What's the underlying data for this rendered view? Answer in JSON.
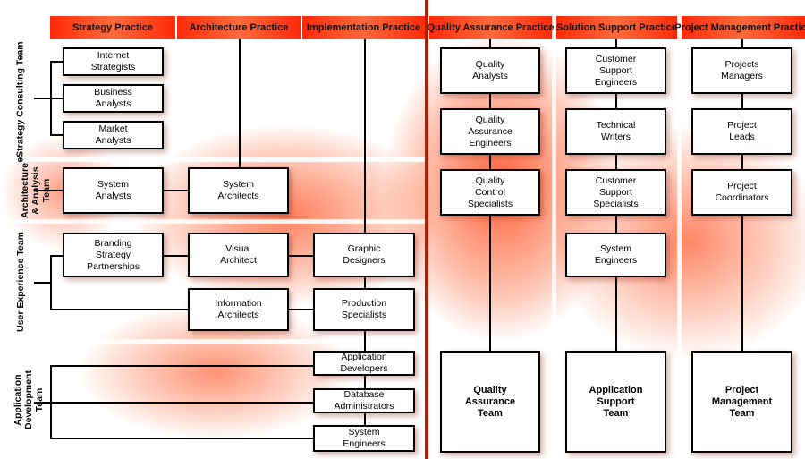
{
  "colors": {
    "header": "#ff3b1a",
    "divider": "#b21e00",
    "box_border": "#000000"
  },
  "practices": [
    "Strategy Practice",
    "Architecture Practice",
    "Implementation Practice",
    "Quality Assurance Practice",
    "Solution Support Practice",
    "Project Management Practice"
  ],
  "teams": {
    "estrategy": "eStrategy Consulting Team",
    "architecture": "Architecture\n& Analysis\nTeam",
    "ux": "User Experience Team",
    "appdev": "Application\nDevelopment Team"
  },
  "roles": {
    "internet_strategists": "Internet\nStrategists",
    "business_analysts": "Business\nAnalysts",
    "market_analysts": "Market\nAnalysts",
    "system_analysts": "System\nAnalysts",
    "system_architects": "System\nArchitects",
    "branding": "Branding\nStrategy\nPartnerships",
    "visual_architect": "Visual\nArchitect",
    "graphic_designers": "Graphic\nDesigners",
    "information_architects": "Information\nArchitects",
    "production_specialists": "Production\nSpecialists",
    "application_developers": "Application\nDevelopers",
    "database_administrators": "Database\nAdministrators",
    "system_engineers_impl": "System\nEngineers",
    "quality_analysts": "Quality\nAnalysts",
    "qa_engineers": "Quality\nAssurance\nEngineers",
    "qc_specialists": "Quality\nControl\nSpecialists",
    "customer_support_engineers": "Customer\nSupport\nEngineers",
    "technical_writers": "Technical\nWriters",
    "customer_support_specialists": "Customer\nSupport\nSpecialists",
    "system_engineers_support": "System\nEngineers",
    "projects_managers": "Projects\nManagers",
    "project_leads": "Project\nLeads",
    "project_coordinators": "Project\nCoordinators"
  },
  "team_boxes": {
    "qa_team": "Quality\nAssurance\nTeam",
    "app_support_team": "Application\nSupport\nTeam",
    "pm_team": "Project\nManagement\nTeam"
  }
}
